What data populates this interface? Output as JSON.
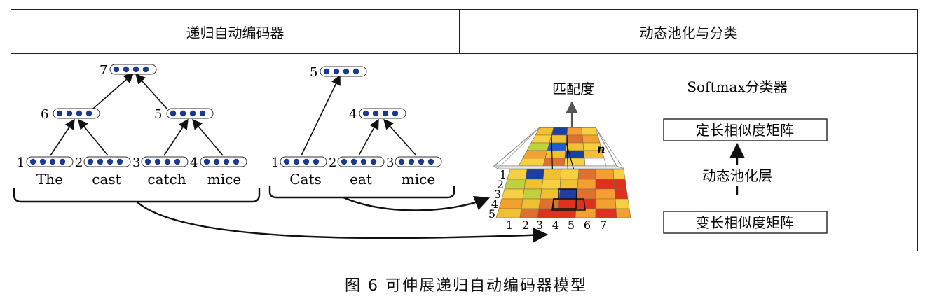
{
  "header": {
    "left_title": "递归自动编码器",
    "right_title": "动态池化与分类"
  },
  "tree1": {
    "node_labels": [
      "1",
      "2",
      "3",
      "4",
      "5",
      "6",
      "7"
    ],
    "words": [
      "The",
      "cast",
      "catch",
      "mice"
    ]
  },
  "tree2": {
    "node_labels": [
      "1",
      "2",
      "3",
      "4",
      "5"
    ],
    "words": [
      "Cats",
      "eat",
      "mice"
    ]
  },
  "matrix": {
    "output_label": "匹配度",
    "top_marker": "n",
    "row_labels": [
      "1",
      "2",
      "3",
      "4",
      "5"
    ],
    "col_labels": [
      "1",
      "2",
      "3",
      "4",
      "5",
      "6",
      "7"
    ]
  },
  "classifier": {
    "title": "Softmax分类器",
    "fixed_box": "定长相似度矩阵",
    "pooling_label": "动态池化层",
    "variable_box": "变长相似度矩阵"
  },
  "caption": "图 6   可伸展递归自动编码器模型"
}
